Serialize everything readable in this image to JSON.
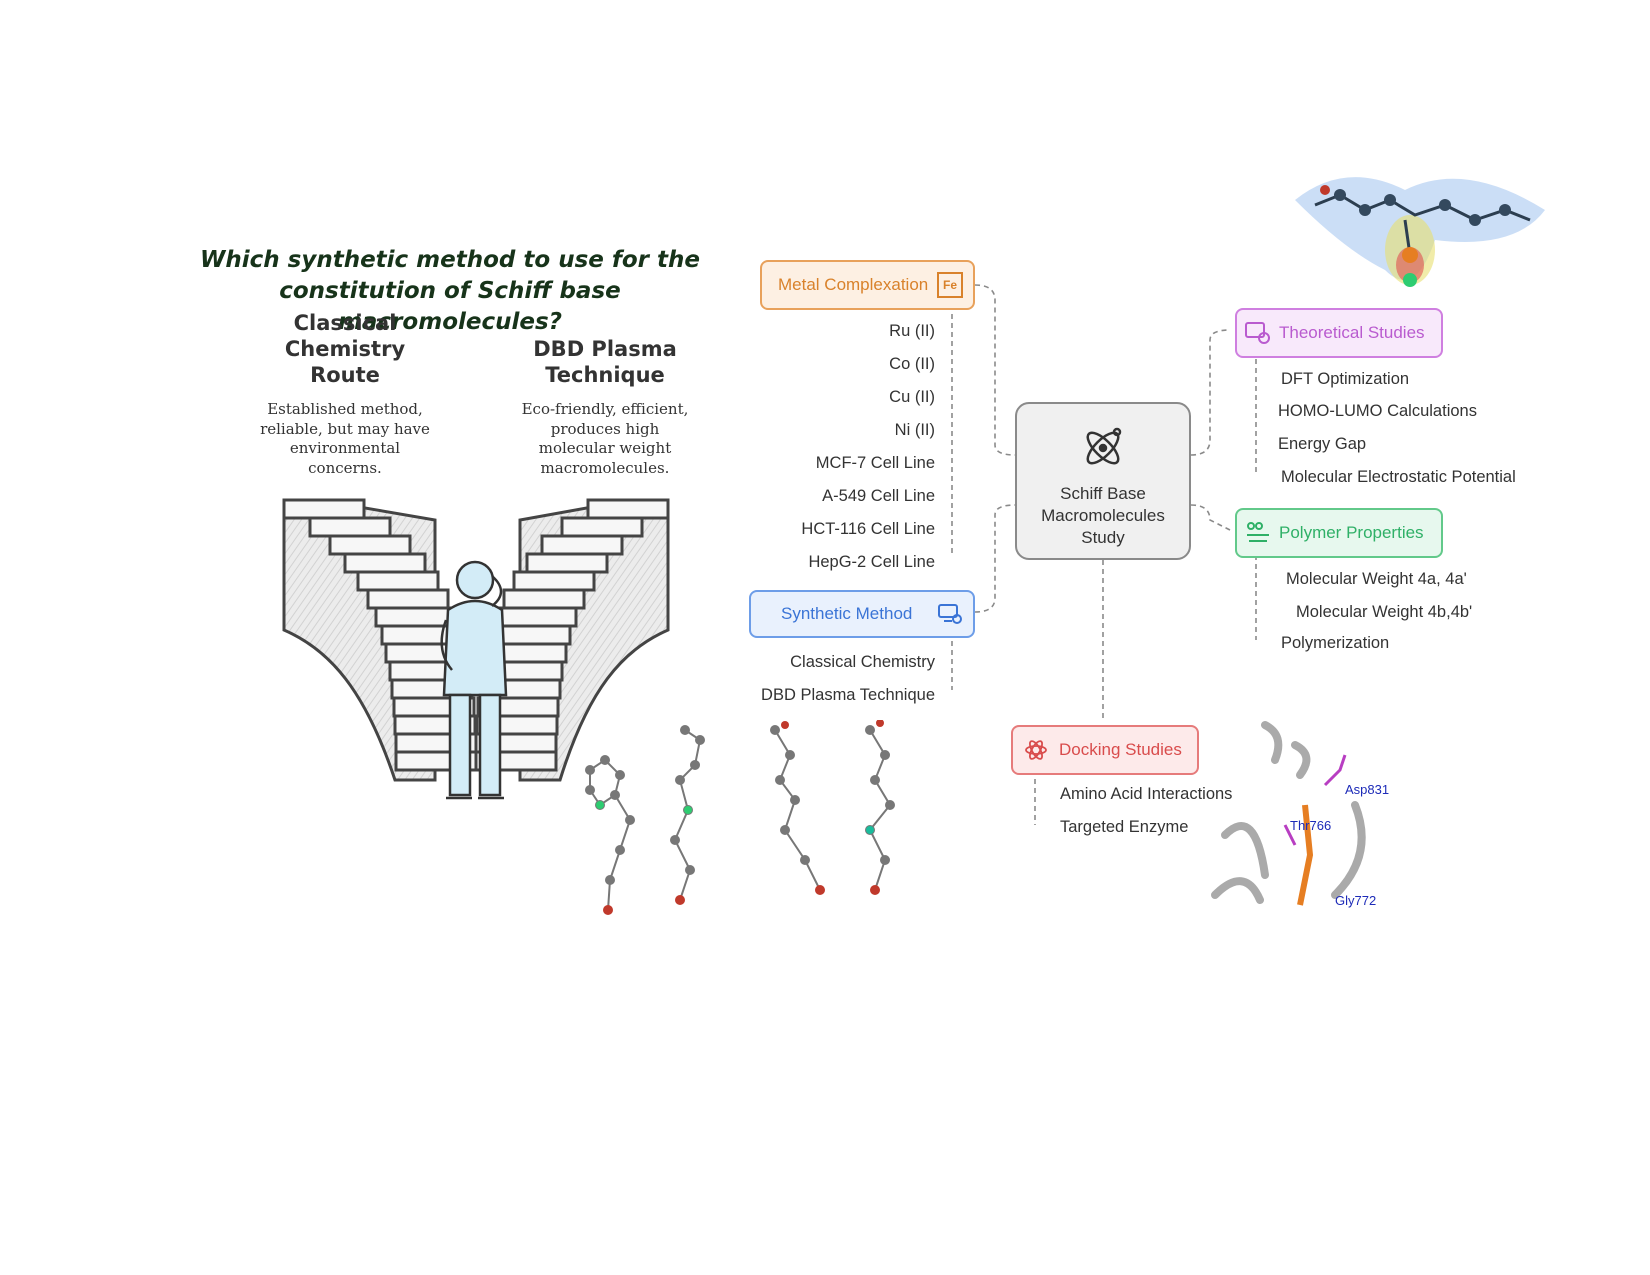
{
  "question": {
    "line1": "Which synthetic method to use for the",
    "line2": "constitution of Schiff base macromolecules?"
  },
  "routes": {
    "classical": {
      "title": [
        "Classical",
        "Chemistry",
        "Route"
      ],
      "desc": [
        "Established method,",
        "reliable, but may have",
        "environmental",
        "concerns."
      ]
    },
    "plasma": {
      "title": [
        "DBD Plasma",
        "Technique"
      ],
      "desc": [
        "Eco-friendly, efficient,",
        "produces high",
        "molecular weight",
        "macromolecules."
      ]
    }
  },
  "center": {
    "lines": [
      "Schiff Base",
      "Macromolecules",
      "Study"
    ],
    "icon": "atom-icon"
  },
  "metal": {
    "label": "Metal Complexation",
    "icon": "fe-element-icon",
    "items": [
      "Ru (II)",
      "Co (II)",
      "Cu (II)",
      "Ni (II)",
      "MCF-7 Cell Line",
      "A-549 Cell Line",
      "HCT-116 Cell Line",
      "HepG-2 Cell Line"
    ]
  },
  "synthetic": {
    "label": "Synthetic Method",
    "icon": "computer-lab-icon",
    "items": [
      "Classical Chemistry",
      "DBD Plasma Technique"
    ]
  },
  "theoretical": {
    "label": "Theoretical Studies",
    "icon": "monitor-gear-icon",
    "items": [
      "DFT Optimization",
      "HOMO-LUMO Calculations",
      "Energy Gap",
      "Molecular Electrostatic Potential"
    ]
  },
  "polymer": {
    "label": "Polymer Properties",
    "icon": "droplets-icon",
    "items": [
      "Molecular Weight 4a, 4a'",
      "Molecular Weight 4b,4b'",
      "Polymerization"
    ]
  },
  "docking": {
    "label": "Docking Studies",
    "icon": "atom-icon",
    "items": [
      "Amino Acid Interactions",
      "Targeted Enzyme"
    ]
  },
  "residues": [
    "Asp831",
    "Thr766",
    "Gly772"
  ],
  "colors": {
    "orange": "#e8a15b",
    "blue": "#6d9de8",
    "purple": "#cf7fe0",
    "green": "#62c98a",
    "red": "#e67b7b",
    "question": "#17331a"
  }
}
